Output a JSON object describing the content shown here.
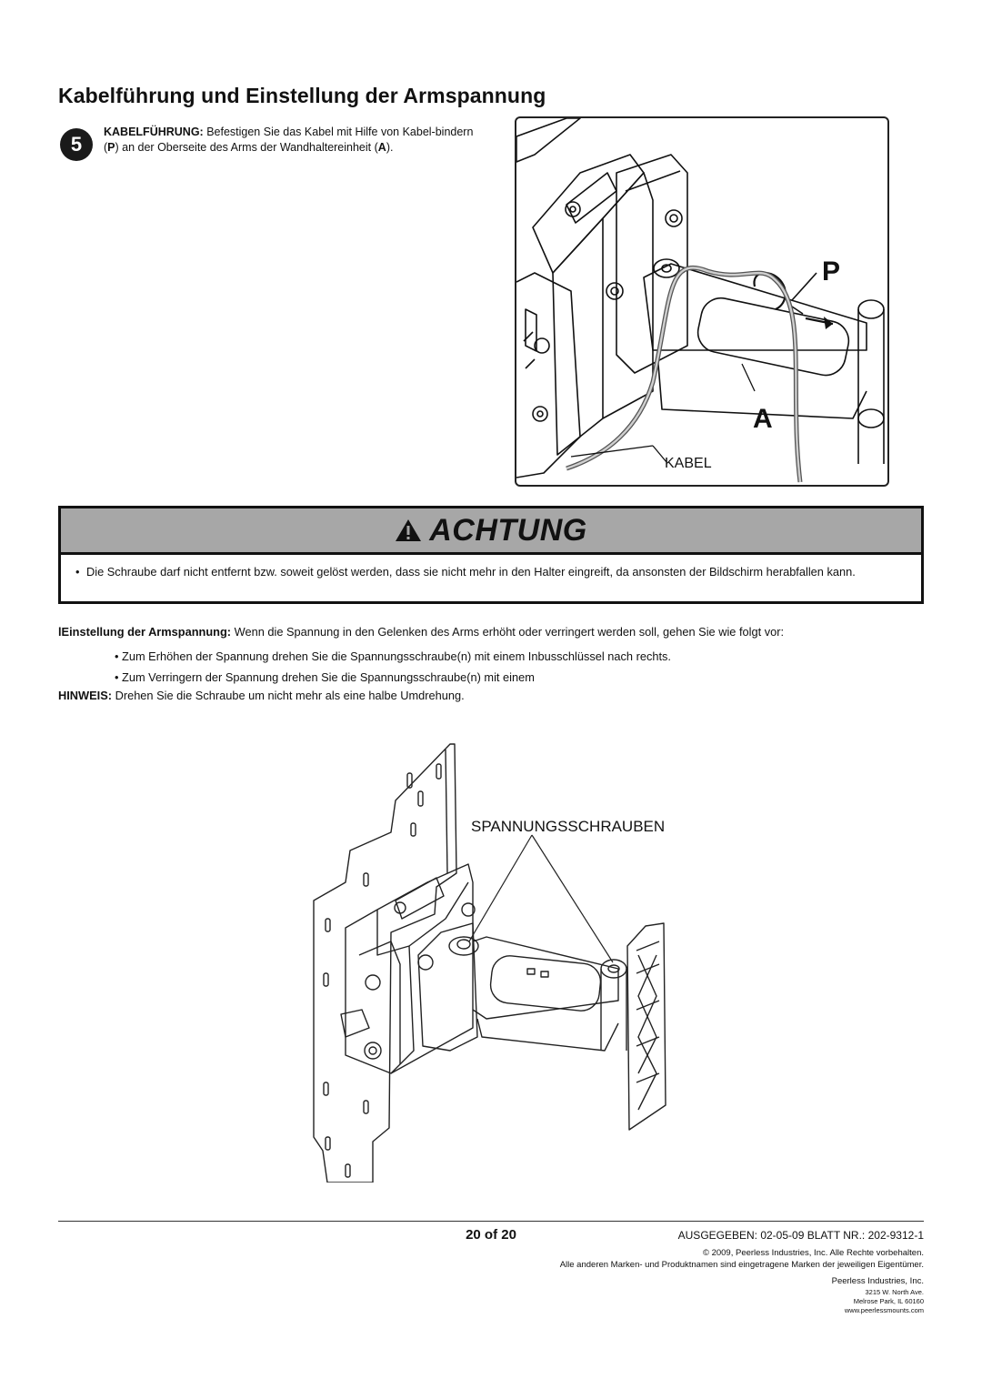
{
  "section": {
    "title": "Kabelführung und Einstellung der Armspannung"
  },
  "step": {
    "number": "5",
    "lead": "KABELFÜHRUNG:",
    "text_a": " Befestigen Sie das Kabel mit Hilfe von Kabel-bindern (",
    "part_p": "P",
    "text_b": ") an der Oberseite des Arms der Wandhaltereinheit (",
    "part_a": "A",
    "text_c": ")."
  },
  "figure1": {
    "callout_p": "P",
    "callout_a": "A",
    "cable_label": "KABEL"
  },
  "caution": {
    "icon": "warning-triangle-icon",
    "title": "ACHTUNG",
    "bullet": "Die Schraube darf nicht entfernt bzw. soweit gelöst werden, dass sie nicht mehr in den Halter eingreift,  da ansonsten der Bildschirm herabfallen kann."
  },
  "adjust": {
    "lead": "lEinstellung der Armspannung:",
    "text": " Wenn die Spannung in den Gelenken des Arms erhöht oder verringert werden soll, gehen Sie wie folgt vor:",
    "bullet1": "• Zum Erhöhen der Spannung drehen Sie die Spannungsschraube(n) mit einem Inbusschlüssel nach rechts.",
    "bullet2": "• Zum Verringern der Spannung drehen Sie die Spannungsschraube(n) mit einem",
    "note_lead": "HINWEIS:",
    "note_text": " Drehen Sie die Schraube um nicht mehr als eine halbe Umdrehung."
  },
  "figure2": {
    "label": "SPANNUNGSSCHRAUBEN"
  },
  "footer": {
    "page": "20 of 20",
    "issued": "AUSGEGEBEN: 02-05-09   BLATT NR.: 202-9312-1",
    "copyright": "© 2009, Peerless Industries, Inc. Alle Rechte vorbehalten.",
    "trademarks": "Alle anderen Marken- und Produktnamen sind eingetragene Marken der jeweiligen Eigentümer.",
    "company": "Peerless Industries, Inc.",
    "street": "3215 W. North Ave.",
    "city": "Melrose Park, IL 60160",
    "web": "www.peerlessmounts.com"
  }
}
